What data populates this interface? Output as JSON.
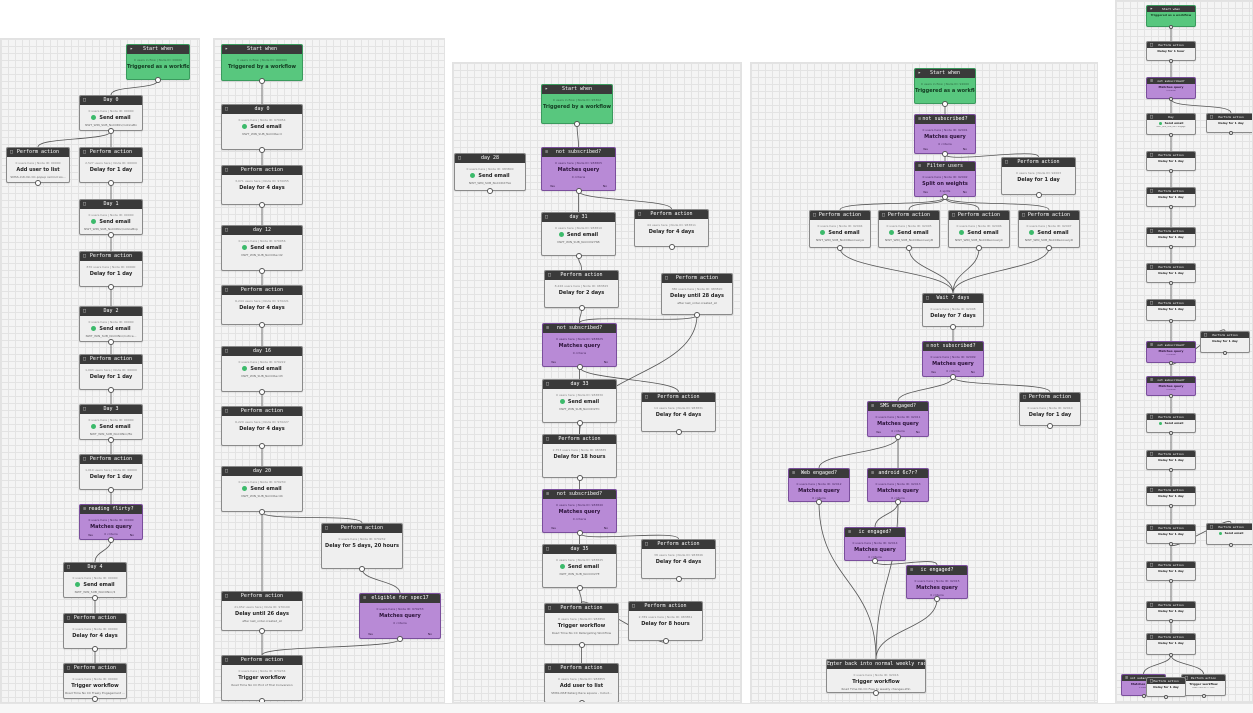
{
  "panels": [
    {
      "id": "p1",
      "nodes": [
        {
          "kind": "start",
          "title": "Start when",
          "sub": "0 users in flow | Node ID: 00000",
          "main": "Triggered as a workflow"
        },
        {
          "kind": "action",
          "title": "Day 0",
          "sub": "0 users here | Node ID: 00000",
          "main": "Send email",
          "meta": "NWT_WIN_SUB_NoCONnr/noticeBx",
          "dot": true
        },
        {
          "kind": "action",
          "title": "Perform action",
          "sub": "0 users here | Node ID: 00000",
          "main": "Add user to list",
          "meta": "SMSS-Info No CC-popup remind Lis..."
        },
        {
          "kind": "action",
          "title": "Perform action",
          "sub": "2,527 users here | Node ID: 00000",
          "main": "Delay for 1 day"
        },
        {
          "kind": "action",
          "title": "Day 1",
          "sub": "0 users here | Node ID: 00000",
          "main": "Send email",
          "meta": "NWT_WIN_SUB_NoCONnr/noticeBxp",
          "dot": true
        },
        {
          "kind": "action",
          "title": "Perform action",
          "sub": "870 users here | Node ID: 00000",
          "main": "Delay for 1 day"
        },
        {
          "kind": "action",
          "title": "Day 2",
          "sub": "0 users here | Node ID: 00000",
          "main": "Send email",
          "meta": "NWT_WIN_SUB_NoCONnr/notice...",
          "dot": true
        },
        {
          "kind": "action",
          "title": "Perform action",
          "sub": "1,093 users here | Node ID: 00000",
          "main": "Delay for 1 day"
        },
        {
          "kind": "action",
          "title": "Day 3",
          "sub": "0 users here | Node ID: 00000",
          "main": "Send email",
          "meta": "NWT_WIN_SUB_NoCONnr/Bx",
          "dot": true
        },
        {
          "kind": "action",
          "title": "Perform action",
          "sub": "1,010 users here | Node ID: 00000",
          "main": "Delay for 1 day"
        },
        {
          "kind": "purple",
          "title": "reading flirty?",
          "sub": "0 users here | Node ID: 00000",
          "main": "Matches query",
          "meta": "0 criteria"
        },
        {
          "kind": "action",
          "title": "Day 4",
          "sub": "0 users here | Node ID: 00000",
          "main": "Send email",
          "meta": "NWT_WIN_SUB_NoCONnr/4",
          "dot": true
        },
        {
          "kind": "action",
          "title": "Perform action",
          "sub": "0 users here | Node ID: 00000",
          "main": "Delay for 4 days"
        },
        {
          "kind": "action",
          "title": "Perform action",
          "sub": "0 users here | Node ID: 00000",
          "main": "Trigger workflow",
          "meta": "Road Time No CC Freely Engagement ..."
        }
      ]
    },
    {
      "id": "p2",
      "nodes": [
        {
          "kind": "start",
          "title": "Start when",
          "sub": "0 users in flow | Node ID: 000000",
          "main": "Triggered by a workflow"
        },
        {
          "kind": "action",
          "title": "day 0",
          "sub": "0 users here | Node ID: 970054",
          "main": "Send email",
          "meta": "NWT_WIN_SUB_NoCCRecd",
          "dot": true
        },
        {
          "kind": "action",
          "title": "Perform action",
          "sub": "3,071 users here | Node ID: 970055",
          "main": "Delay for 4 days"
        },
        {
          "kind": "action",
          "title": "day 12",
          "sub": "0 users here | Node ID: 970056",
          "main": "Send email",
          "meta": "NWT_WIN_SUB_NoCCRecd2",
          "dot": true
        },
        {
          "kind": "action",
          "title": "Perform action",
          "sub": "6,244 users here | Node ID: 970221",
          "main": "Delay for 4 days"
        },
        {
          "kind": "action",
          "title": "day 16",
          "sub": "0 users here | Node ID: 970222",
          "main": "Send email",
          "meta": "NWT_WIN_SUB_NoCCRecd3",
          "dot": true
        },
        {
          "kind": "action",
          "title": "Perform action",
          "sub": "6,220 users here | Node ID: 970227",
          "main": "Delay for 4 days"
        },
        {
          "kind": "action",
          "title": "day 20",
          "sub": "0 users here | Node ID: 970230",
          "main": "Send email",
          "meta": "NWT_WIN_SUB_NoCCRecd4",
          "dot": true
        },
        {
          "kind": "action",
          "title": "Perform action",
          "sub": "0 users here | Node ID: 970232",
          "main": "Delay for 5 days, 20 hours"
        },
        {
          "kind": "action",
          "title": "Perform action",
          "sub": "21,652 users here | Node ID: 970100",
          "main": "Delay until 26 days",
          "meta": "after last_order.created_at"
        },
        {
          "kind": "purple",
          "title": "eligible for spec17",
          "sub": "0 users here | Node ID: 970233",
          "main": "Matches query",
          "meta": "0 criteria"
        },
        {
          "kind": "action",
          "title": "Perform action",
          "sub": "0 users here | Node ID: 970234",
          "main": "Trigger workflow",
          "meta": "Road Time No CC End of Trial Conversion"
        }
      ]
    },
    {
      "id": "p3",
      "nodes": [
        {
          "kind": "start",
          "title": "Start when",
          "sub": "0 users in flow | Node ID: 95302",
          "main": "Triggered by a workflow"
        },
        {
          "kind": "action",
          "title": "day 28",
          "sub": "0 users here | Node ID: 983800",
          "main": "Send email",
          "meta": "NWT_WIN_SUB_NoCCD27SA",
          "dot": true
        },
        {
          "kind": "purple",
          "title": "not subscribed?",
          "sub": "0 users here | Node ID: 983805",
          "main": "Matches query",
          "meta": "0 criteria"
        },
        {
          "kind": "action",
          "title": "day 31",
          "sub": "0 users here | Node ID: 983810",
          "main": "Send email",
          "meta": "NWT_WIN_SUB_NoCCD27SB",
          "dot": true
        },
        {
          "kind": "action",
          "title": "Perform action",
          "sub": "44 users here | Node ID: 983811",
          "main": "Delay for 4 days"
        },
        {
          "kind": "action",
          "title": "Perform action",
          "sub": "8,226 users here | Node ID: 983815",
          "main": "Delay for 2 days"
        },
        {
          "kind": "action",
          "title": "Perform action",
          "sub": "380 users here | Node ID: 983820",
          "main": "Delay until 28 days",
          "meta": "after last_order.created_at"
        },
        {
          "kind": "purple",
          "title": "not subscribed?",
          "sub": "0 users here | Node ID: 983825",
          "main": "Matches query",
          "meta": "0 criteria"
        },
        {
          "kind": "action",
          "title": "day 33",
          "sub": "0 users here | Node ID: 983830",
          "main": "Send email",
          "meta": "NWT_WIN_SUB_NoCCD27C",
          "dot": true
        },
        {
          "kind": "action",
          "title": "Perform action",
          "sub": "14 users here | Node ID: 983831",
          "main": "Delay for 4 days"
        },
        {
          "kind": "action",
          "title": "Perform action",
          "sub": "2,753 users here | Node ID: 983835",
          "main": "Delay for 18 hours"
        },
        {
          "kind": "purple",
          "title": "not subscribed?",
          "sub": "0 users here | Node ID: 983840",
          "main": "Matches query",
          "meta": "0 criteria"
        },
        {
          "kind": "action",
          "title": "day 35",
          "sub": "0 users here | Node ID: 983845",
          "main": "Send email",
          "meta": "NWT_WIN_SUB_NoCCD27E",
          "dot": true
        },
        {
          "kind": "action",
          "title": "Perform action",
          "sub": "38 users here | Node ID: 983846",
          "main": "Delay for 4 days"
        },
        {
          "kind": "action",
          "title": "Perform action",
          "sub": "0 users here | Node ID: 983850",
          "main": "Trigger workflow",
          "meta": "Road Time No CC Retargeting Workflow"
        },
        {
          "kind": "action",
          "title": "Perform action",
          "sub": "2,789 users here | Node ID: 983851",
          "main": "Delay for 8 hours"
        },
        {
          "kind": "action",
          "title": "Perform action",
          "sub": "0 users here | Node ID: 983855",
          "main": "Add user to list",
          "meta": "SMSS-NSE Retarg Race square - Includ..."
        }
      ]
    },
    {
      "id": "p4",
      "nodes": [
        {
          "kind": "start",
          "title": "Start when",
          "sub": "0 users in flow | Node ID: 92000",
          "main": "Triggered as a workflow"
        },
        {
          "kind": "purple",
          "title": "not subscribed?",
          "sub": "0 users here | Node ID: 92001",
          "main": "Matches query",
          "meta": "0 criteria"
        },
        {
          "kind": "purple",
          "title": "Filter users",
          "sub": "0 users here | Node ID: 92002",
          "main": "Split on weights",
          "meta": "4 splits"
        },
        {
          "kind": "action",
          "title": "Perform action",
          "sub": "0 users here | Node ID: 92003",
          "main": "Delay for 1 day"
        },
        {
          "kind": "action",
          "title": "Perform action",
          "sub": "0 users here | Node ID: 92004",
          "main": "Send email",
          "meta": "NWT_WIN_SUB_NoCCRecoveryA",
          "dot": true
        },
        {
          "kind": "action",
          "title": "Perform action",
          "sub": "0 users here | Node ID: 92005",
          "main": "Send email",
          "meta": "NWT_WIN_SUB_NoCCRecoveryB",
          "dot": true
        },
        {
          "kind": "action",
          "title": "Perform action",
          "sub": "0 users here | Node ID: 92006",
          "main": "Send email",
          "meta": "NWT_WIN_SUB_NoCCRecoveryC",
          "dot": true
        },
        {
          "kind": "action",
          "title": "Perform action",
          "sub": "0 users here | Node ID: 92007",
          "main": "Send email",
          "meta": "NWT_WIN_SUB_NoCCRecoveryD",
          "dot": true
        },
        {
          "kind": "action",
          "title": "Wait 7 days",
          "sub": "0 users here | Node ID: 92008",
          "main": "Delay for 7 days"
        },
        {
          "kind": "purple",
          "title": "not subscribed?",
          "sub": "0 users here | Node ID: 92009",
          "main": "Matches query",
          "meta": "0 criteria"
        },
        {
          "kind": "action",
          "title": "Perform action",
          "sub": "0 users here | Node ID: 92010",
          "main": "Delay for 1 day"
        },
        {
          "kind": "purple",
          "title": "SMS engaged?",
          "sub": "0 users here | Node ID: 92011",
          "main": "Matches query",
          "meta": "0 criteria"
        },
        {
          "kind": "purple",
          "title": "Web engaged?",
          "sub": "0 users here | Node ID: 92012",
          "main": "Matches query",
          "meta": "0 criteria"
        },
        {
          "kind": "purple",
          "title": "android 6c7r?",
          "sub": "0 users here | Node ID: 92013",
          "main": "Matches query",
          "meta": "0 criteria"
        },
        {
          "kind": "purple",
          "title": "ic engaged?",
          "sub": "0 users here | Node ID: 92014",
          "main": "Matches query",
          "meta": "0 criteria"
        },
        {
          "kind": "purple",
          "title": "ic engaged?",
          "sub": "0 users here | Node ID: 92015",
          "main": "Matches query",
          "meta": "0 criteria"
        },
        {
          "kind": "action",
          "title": "Enter back into normal weekly race workflow",
          "sub": "0 users here | Node ID: 92016",
          "main": "Trigger workflow",
          "meta": "Road Time No CC Free to weekly changes-Win"
        }
      ]
    },
    {
      "id": "p5",
      "nodes": [
        {
          "kind": "start",
          "title": "Start when",
          "sub": "",
          "main": "Triggered as a workflow"
        },
        {
          "kind": "action",
          "title": "Perform action",
          "sub": "",
          "main": "Delay for 1 hour"
        },
        {
          "kind": "purple",
          "title": "not subscribed?",
          "sub": "",
          "main": "Matches query",
          "meta": "0 criteria"
        },
        {
          "kind": "action",
          "title": "Day",
          "sub": "",
          "main": "Send email",
          "meta": "NWT_WIN_SUB_NoCCEngage",
          "dot": true
        },
        {
          "kind": "action",
          "title": "Perform action",
          "sub": "",
          "main": "Delay for 1 day"
        },
        {
          "kind": "action",
          "title": "Perform action",
          "sub": "",
          "main": "Delay for 1 day"
        },
        {
          "kind": "action",
          "title": "Perform action",
          "sub": "",
          "main": "Delay for 1 day"
        },
        {
          "kind": "action",
          "title": "Perform action",
          "sub": "",
          "main": "Delay for 1 day"
        },
        {
          "kind": "action",
          "title": "Perform action",
          "sub": "",
          "main": "Delay for 1 day"
        },
        {
          "kind": "action",
          "title": "Perform action",
          "sub": "",
          "main": "Delay for 1 day"
        },
        {
          "kind": "purple",
          "title": "not subscribed?",
          "sub": "",
          "main": "Matches query",
          "meta": "0 criteria"
        },
        {
          "kind": "action",
          "title": "Perform action",
          "sub": "",
          "main": "Delay for 1 day"
        },
        {
          "kind": "purple",
          "title": "not subscribed?",
          "sub": "",
          "main": "Matches query",
          "meta": "0 criteria"
        },
        {
          "kind": "action",
          "title": "Perform action",
          "sub": "",
          "main": "Send email",
          "dot": true
        },
        {
          "kind": "action",
          "title": "Perform action",
          "sub": "",
          "main": "Delay for 1 day"
        },
        {
          "kind": "action",
          "title": "Perform action",
          "sub": "",
          "main": "Delay for 1 day"
        },
        {
          "kind": "action",
          "title": "Perform action",
          "sub": "",
          "main": "Delay for 1 day"
        },
        {
          "kind": "action",
          "title": "Perform action",
          "sub": "",
          "main": "Send email",
          "dot": true
        },
        {
          "kind": "action",
          "title": "Perform action",
          "sub": "",
          "main": "Delay for 1 day"
        },
        {
          "kind": "action",
          "title": "Perform action",
          "sub": "",
          "main": "Delay for 1 day"
        },
        {
          "kind": "action",
          "title": "Perform action",
          "sub": "",
          "main": "Delay for 1 day"
        },
        {
          "kind": "purple",
          "title": "not subscribed?",
          "sub": "",
          "main": "Matches query",
          "meta": "0 criteria"
        },
        {
          "kind": "action",
          "title": "Perform action",
          "sub": "",
          "main": "Trigger workflow",
          "meta": "Road Time No CC Free"
        },
        {
          "kind": "action",
          "title": "Perform action",
          "sub": "",
          "main": "Delay for 1 day"
        }
      ]
    }
  ],
  "labels": {
    "yes": "Yes",
    "no": "No"
  },
  "colors": {
    "start": "#58c77e",
    "query": "#b88ad6",
    "header": "#3a3a3a",
    "card": "#efefef",
    "edge": "#555555",
    "email_dot": "#3cba6b"
  }
}
